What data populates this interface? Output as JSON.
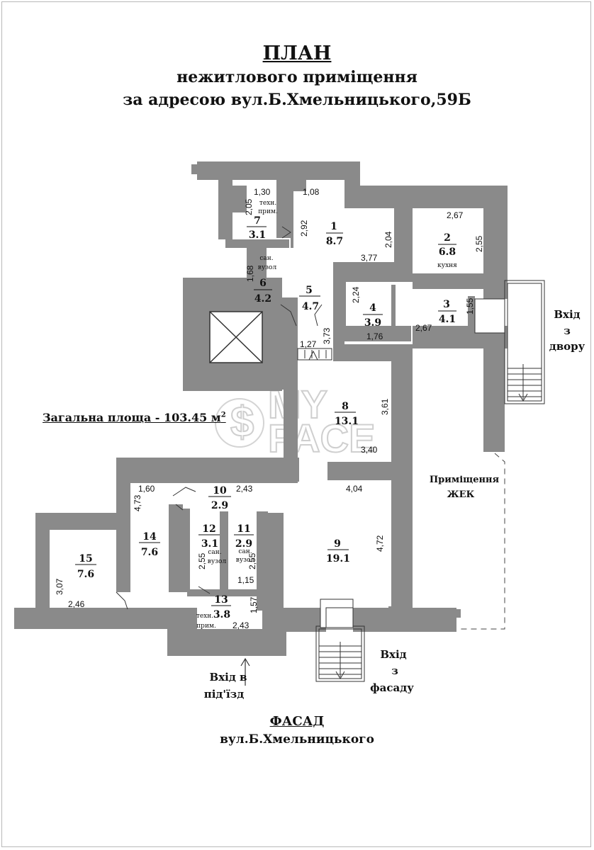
{
  "title": {
    "line1": "ПЛАН",
    "line2": "нежитлового приміщення",
    "line3": "за адресою вул.Б.Хмельницького,59Б"
  },
  "total_area": {
    "label": "Загальна площа - 103.45 м",
    "unit_sup": "2"
  },
  "footer": {
    "facade": "ФАСАД",
    "street": "вул.Б.Хмельницького"
  },
  "entrances": {
    "yard": [
      "Вхід",
      "з",
      "двору"
    ],
    "facade": [
      "Вхід",
      "з",
      "фасаду"
    ],
    "stairwell": [
      "Вхід в",
      "під'їзд"
    ]
  },
  "neighbor": [
    "Приміщення",
    "ЖЕК"
  ],
  "watermark": [
    "MY",
    "PACE"
  ],
  "rooms": [
    {
      "number": "1",
      "area": "8.7"
    },
    {
      "number": "2",
      "area": "6.8",
      "note": "кухня"
    },
    {
      "number": "3",
      "area": "4.1"
    },
    {
      "number": "4",
      "area": "3.9"
    },
    {
      "number": "5",
      "area": "4.7"
    },
    {
      "number": "6",
      "area": "4.2",
      "note": [
        "сан.",
        "вузол"
      ]
    },
    {
      "number": "7",
      "area": "3.1",
      "note": [
        "техн.",
        "прим."
      ]
    },
    {
      "number": "8",
      "area": "13.1"
    },
    {
      "number": "9",
      "area": "19.1"
    },
    {
      "number": "10",
      "area": "2.9"
    },
    {
      "number": "11",
      "area": "2.9",
      "note": [
        "сан.",
        "вузол"
      ]
    },
    {
      "number": "12",
      "area": "3.1",
      "note": [
        "сан.",
        "вузол"
      ]
    },
    {
      "number": "13",
      "area": "3.8",
      "note": [
        "техн.",
        "прим."
      ]
    },
    {
      "number": "14",
      "area": "7.6"
    },
    {
      "number": "15",
      "area": "7.6"
    }
  ],
  "dimensions": [
    "1,30",
    "2,05",
    "1,08",
    "2,92",
    "2,04",
    "3,77",
    "2,67",
    "2,55",
    "1,68",
    "2,24",
    "1,55",
    "2,67",
    "1,27",
    "3,73",
    "1,76",
    "3,61",
    "3,40",
    "1,60",
    "2,43",
    "4,73",
    "4,04",
    "4,72",
    "2,55",
    "2,55",
    "1,15",
    "3,07",
    "2,46",
    "1,57",
    "2,43"
  ]
}
